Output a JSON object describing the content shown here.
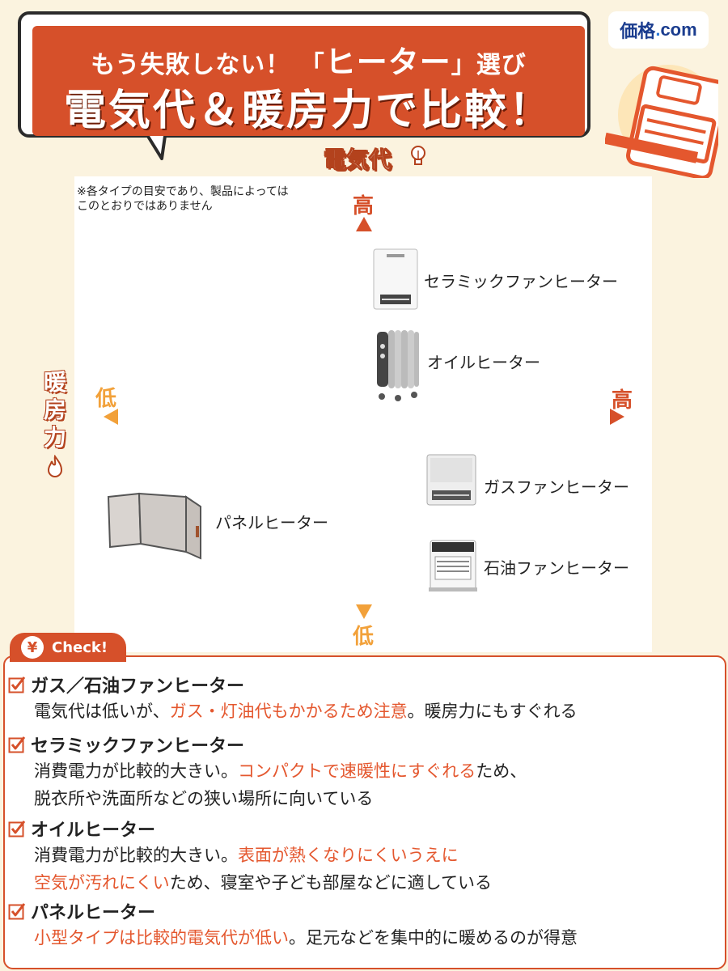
{
  "header": {
    "line1_pre": "もう失敗しない！",
    "line1_quote_open": "「",
    "line1_quote": "ヒーター",
    "line1_quote_close": "」選び",
    "line2": "電気代＆暖房力で比較！"
  },
  "logo": {
    "brand": "価格",
    "dot": ".",
    "suffix": "com"
  },
  "colors": {
    "accent": "#d6502a",
    "highlight": "#e4572e",
    "low_axis": "#f2a13a",
    "background": "#fbf3df"
  },
  "chart": {
    "note_line1": "※各タイプの目安であり、製品によっては",
    "note_line2": "このとおりではありません",
    "y_axis_title": "電気代",
    "x_axis_title_chars": [
      "暖",
      "房",
      "力"
    ],
    "y_high": "高",
    "y_low": "低",
    "x_high": "高",
    "x_low": "低",
    "items": [
      {
        "name": "セラミックファンヒーター",
        "icon": "ceramic-heater-icon"
      },
      {
        "name": "オイルヒーター",
        "icon": "oil-heater-icon"
      },
      {
        "name": "ガスファンヒーター",
        "icon": "gas-heater-icon"
      },
      {
        "name": "石油ファンヒーター",
        "icon": "kerosene-heater-icon"
      },
      {
        "name": "パネルヒーター",
        "icon": "panel-heater-icon"
      }
    ]
  },
  "check": {
    "tab_icon": "¥",
    "tab_label": "Check!",
    "items": [
      {
        "title": "ガス／石油ファンヒーター",
        "lines": [
          [
            {
              "t": "電気代は低いが、"
            },
            {
              "t": "ガス・灯油代もかかるため注意",
              "hl": true
            },
            {
              "t": "。暖房力にもすぐれる"
            }
          ]
        ]
      },
      {
        "title": "セラミックファンヒーター",
        "lines": [
          [
            {
              "t": "消費電力が比較的大きい。"
            },
            {
              "t": "コンパクトで速暖性にすぐれる",
              "hl": true
            },
            {
              "t": "ため、"
            }
          ],
          [
            {
              "t": "脱衣所や洗面所などの狭い場所に向いている"
            }
          ]
        ]
      },
      {
        "title": "オイルヒーター",
        "lines": [
          [
            {
              "t": "消費電力が比較的大きい。"
            },
            {
              "t": "表面が熱くなりにくいうえに",
              "hl": true
            }
          ],
          [
            {
              "t": "空気が汚れにくい",
              "hl": true
            },
            {
              "t": "ため、寝室や子ども部屋などに適している"
            }
          ]
        ]
      },
      {
        "title": "パネルヒーター",
        "lines": [
          [
            {
              "t": "小型タイプは比較的電気代が低い",
              "hl": true
            },
            {
              "t": "。足元などを集中的に暖めるのが得意"
            }
          ]
        ]
      }
    ]
  }
}
